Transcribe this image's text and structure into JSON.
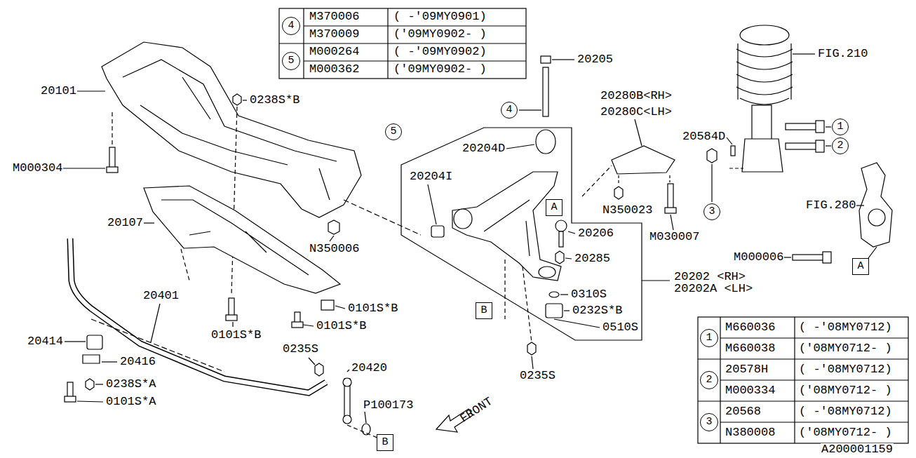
{
  "diagram": {
    "nodes": [
      {
        "text": [
          "4"
        ]
      },
      {
        "text": [
          "5"
        ]
      },
      {
        "text": [
          "4"
        ]
      },
      {
        "text": [
          "5"
        ]
      },
      {
        "text": [
          "1"
        ]
      },
      {
        "text": [
          "2"
        ]
      },
      {
        "text": [
          "3"
        ]
      },
      {
        "text": [
          "A"
        ]
      },
      {
        "text": [
          "A"
        ]
      },
      {
        "text": [
          "B"
        ]
      },
      {
        "text": [
          "B"
        ]
      },
      {
        "text": [
          "1"
        ]
      },
      {
        "text": [
          "2"
        ]
      },
      {
        "text": [
          "3"
        ]
      }
    ],
    "labels": [
      "M370006",
      "( -'09MY0901)",
      "M370009",
      "('09MY0902- )",
      "M000264",
      "( -'09MY0902)",
      "M000362",
      "('09MY0902- )",
      "20205",
      "20101",
      "0238S*B",
      "20280B<RH>",
      "20280C<LH>",
      "FIG.210",
      "20584D",
      "20204D",
      "M000304",
      "20204I",
      "FIG.280",
      "N350023",
      "20107",
      "20206",
      "M030007",
      "N350006",
      "M000006",
      "20285",
      "20202 <RH>",
      "20202A <LH>",
      "0310S",
      "20401",
      "0101S*B",
      "0232S*B",
      "0101S*B",
      "0510S",
      "0101S*B",
      "20414",
      "0235S",
      "20416",
      "20420",
      "0235S",
      "0238S*A",
      "0101S*A",
      "P100173",
      "FRONT",
      "A200001159",
      "M660036",
      "( -'08MY0712)",
      "M660038",
      "('08MY0712- )",
      "20578H",
      "( -'08MY0712)",
      "M000334",
      "('08MY0712- )",
      "20568",
      "( -'08MY0712)",
      "N380008",
      "('08MY0712- )"
    ]
  }
}
